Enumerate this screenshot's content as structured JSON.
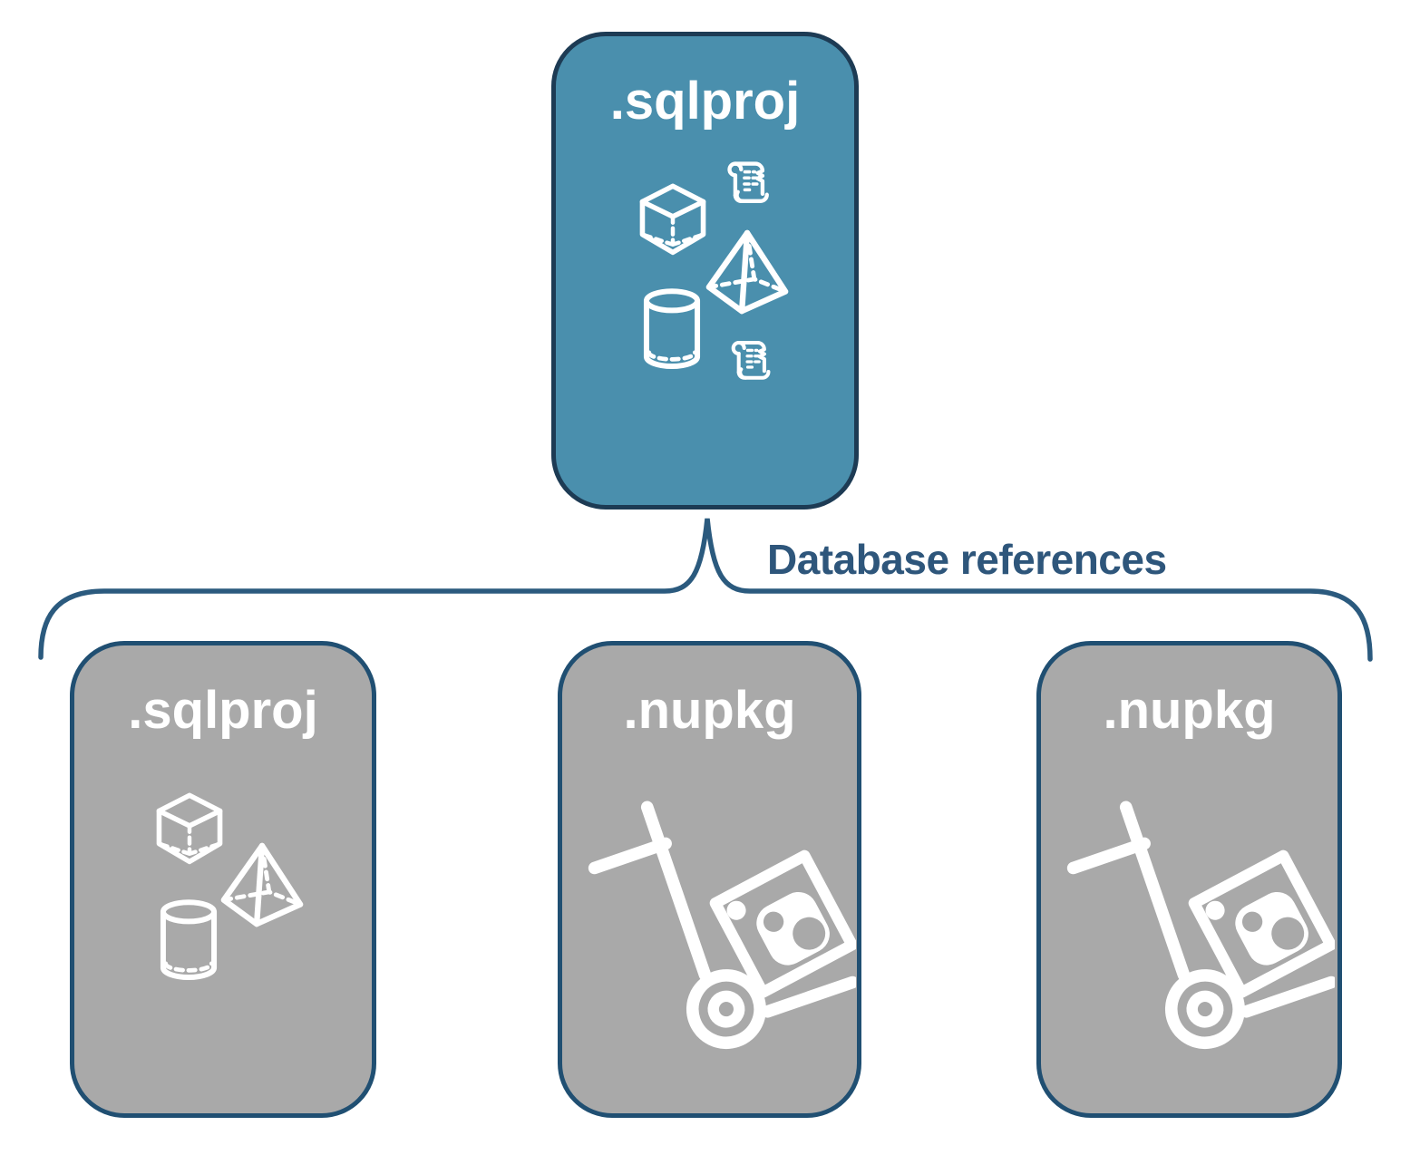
{
  "diagram": {
    "title_hint": "SQL project database references diagram",
    "root_box": {
      "label": ".sqlproj",
      "type": "sql-project",
      "icons": [
        "scroll-icon",
        "cube-icon",
        "pyramid-icon",
        "cylinder-icon",
        "scroll-icon"
      ]
    },
    "connector": {
      "label": "Database references",
      "shape": "upward-curly-brace"
    },
    "child_boxes": [
      {
        "label": ".sqlproj",
        "type": "sql-project",
        "icons": [
          "cube-icon",
          "pyramid-icon",
          "cylinder-icon"
        ]
      },
      {
        "label": ".nupkg",
        "type": "nuget-package",
        "icons": [
          "handtruck-package-icon"
        ]
      },
      {
        "label": ".nupkg",
        "type": "nuget-package",
        "icons": [
          "handtruck-package-icon"
        ]
      }
    ],
    "colors": {
      "background": "#ffffff",
      "root_fill": "#4a8fad",
      "root_border": "#1d3b54",
      "child_fill": "#a9a9a9",
      "child_border": "#204f72",
      "connector": "#2b5a7e",
      "label_text": "#2e567b",
      "icon": "#ffffff"
    }
  }
}
